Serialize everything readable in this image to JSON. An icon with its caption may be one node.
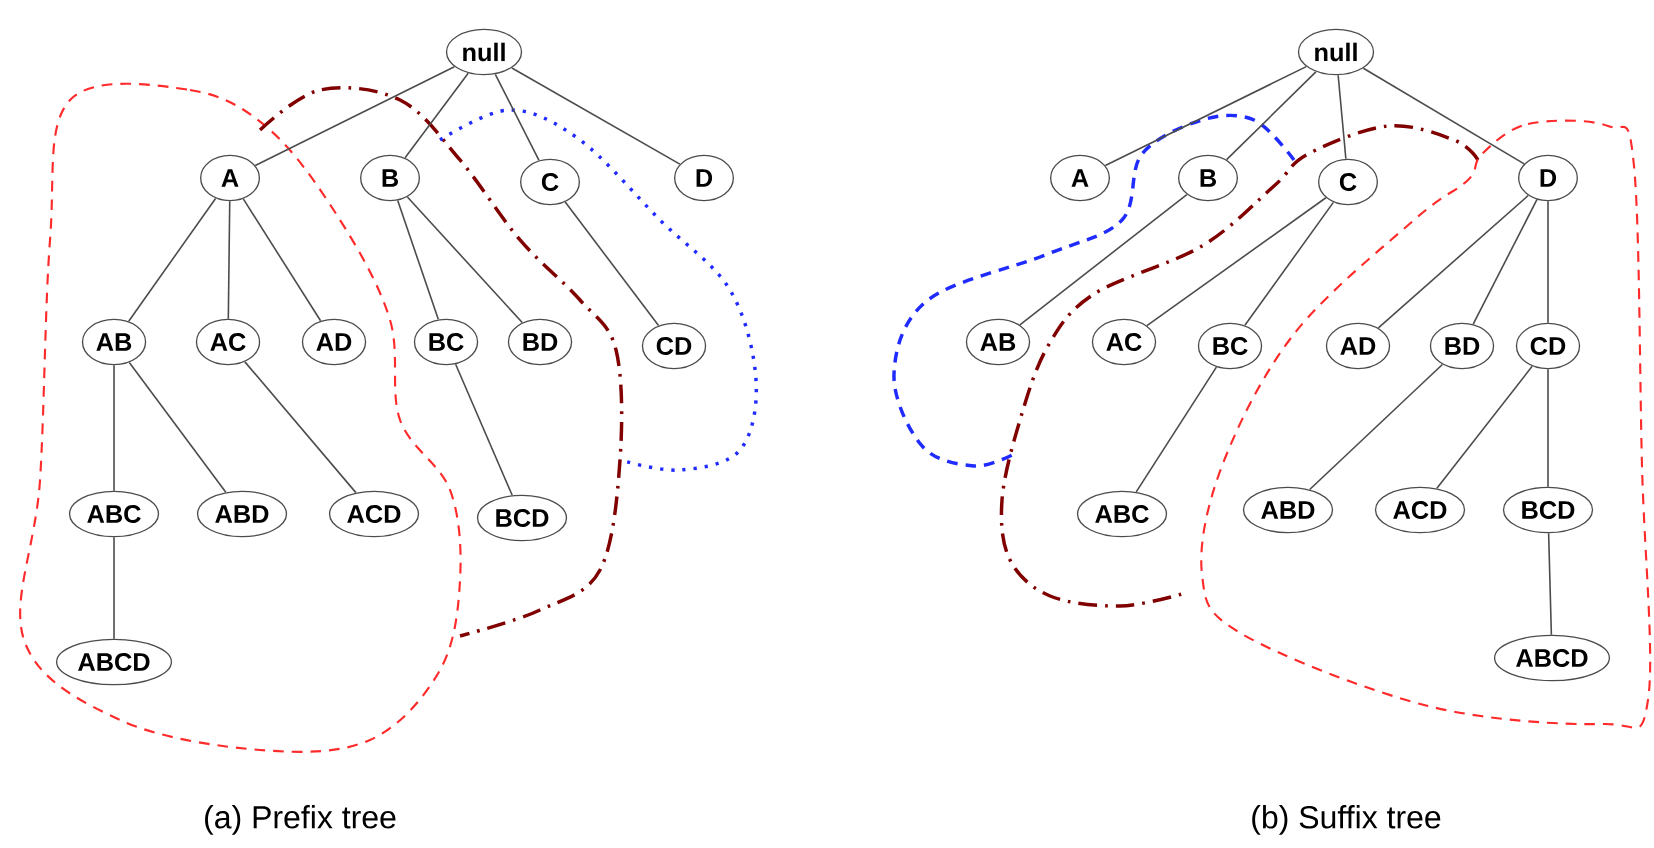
{
  "diagram": {
    "nodes": [
      {
        "text": [
          "null"
        ]
      },
      {
        "text": [
          "A"
        ]
      },
      {
        "text": [
          "B"
        ]
      },
      {
        "text": [
          "C"
        ]
      },
      {
        "text": [
          "D"
        ]
      },
      {
        "text": [
          "AB"
        ]
      },
      {
        "text": [
          "AC"
        ]
      },
      {
        "text": [
          "AD"
        ]
      },
      {
        "text": [
          "BC"
        ]
      },
      {
        "text": [
          "BD"
        ]
      },
      {
        "text": [
          "CD"
        ]
      },
      {
        "text": [
          "ABC"
        ]
      },
      {
        "text": [
          "ABD"
        ]
      },
      {
        "text": [
          "ACD"
        ]
      },
      {
        "text": [
          "BCD"
        ]
      },
      {
        "text": [
          "ABCD"
        ]
      },
      {
        "text": [
          "null"
        ]
      },
      {
        "text": [
          "A"
        ]
      },
      {
        "text": [
          "B"
        ]
      },
      {
        "text": [
          "C"
        ]
      },
      {
        "text": [
          "D"
        ]
      },
      {
        "text": [
          "AB"
        ]
      },
      {
        "text": [
          "AC"
        ]
      },
      {
        "text": [
          "BC"
        ]
      },
      {
        "text": [
          "AD"
        ]
      },
      {
        "text": [
          "BD"
        ]
      },
      {
        "text": [
          "CD"
        ]
      },
      {
        "text": [
          "ABC"
        ]
      },
      {
        "text": [
          "ABD"
        ]
      },
      {
        "text": [
          "ACD"
        ]
      },
      {
        "text": [
          "BCD"
        ]
      },
      {
        "text": [
          "ABCD"
        ]
      }
    ],
    "edges": [
      {
        "from": 0,
        "to": 1,
        "arrow": "none"
      },
      {
        "from": 0,
        "to": 2,
        "arrow": "none"
      },
      {
        "from": 0,
        "to": 3,
        "arrow": "none"
      },
      {
        "from": 0,
        "to": 4,
        "arrow": "none"
      },
      {
        "from": 1,
        "to": 5,
        "arrow": "none"
      },
      {
        "from": 1,
        "to": 6,
        "arrow": "none"
      },
      {
        "from": 1,
        "to": 7,
        "arrow": "none"
      },
      {
        "from": 2,
        "to": 8,
        "arrow": "none"
      },
      {
        "from": 2,
        "to": 9,
        "arrow": "none"
      },
      {
        "from": 3,
        "to": 10,
        "arrow": "none"
      },
      {
        "from": 5,
        "to": 11,
        "arrow": "none"
      },
      {
        "from": 5,
        "to": 12,
        "arrow": "none"
      },
      {
        "from": 6,
        "to": 13,
        "arrow": "none"
      },
      {
        "from": 8,
        "to": 14,
        "arrow": "none"
      },
      {
        "from": 11,
        "to": 15,
        "arrow": "none"
      },
      {
        "from": 16,
        "to": 17,
        "arrow": "none"
      },
      {
        "from": 16,
        "to": 18,
        "arrow": "none"
      },
      {
        "from": 16,
        "to": 19,
        "arrow": "none"
      },
      {
        "from": 16,
        "to": 20,
        "arrow": "none"
      },
      {
        "from": 18,
        "to": 21,
        "arrow": "none"
      },
      {
        "from": 19,
        "to": 22,
        "arrow": "none"
      },
      {
        "from": 19,
        "to": 23,
        "arrow": "none"
      },
      {
        "from": 20,
        "to": 24,
        "arrow": "none"
      },
      {
        "from": 20,
        "to": 25,
        "arrow": "none"
      },
      {
        "from": 20,
        "to": 26,
        "arrow": "none"
      },
      {
        "from": 23,
        "to": 27,
        "arrow": "none"
      },
      {
        "from": 25,
        "to": 28,
        "arrow": "none"
      },
      {
        "from": 26,
        "to": 29,
        "arrow": "none"
      },
      {
        "from": 26,
        "to": 30,
        "arrow": "none"
      },
      {
        "from": 30,
        "to": 31,
        "arrow": "none"
      }
    ],
    "labels": [
      "(a) Prefix tree",
      "(b) Suffix tree"
    ]
  }
}
